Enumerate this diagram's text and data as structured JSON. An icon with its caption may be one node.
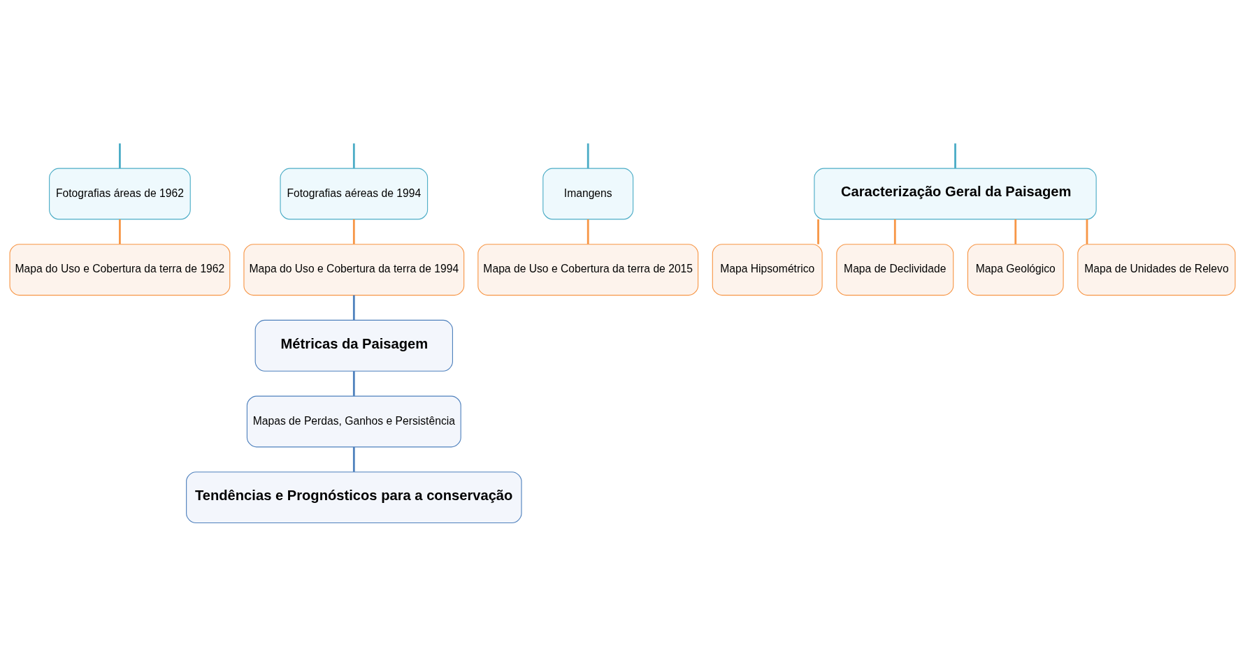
{
  "diagram": {
    "nodes": [
      {
        "text": [
          "Fotografias áreas de 1962"
        ]
      },
      {
        "text": [
          "Fotografias aéreas de 1994"
        ]
      },
      {
        "text": [
          "Imangens"
        ]
      },
      {
        "text": [
          "Caracterização Geral da Paisagem"
        ]
      },
      {
        "text": [
          "Mapa do Uso e Cobertura da terra de 1962"
        ]
      },
      {
        "text": [
          "Mapa do Uso e Cobertura da terra de 1994"
        ]
      },
      {
        "text": [
          "Mapa de Uso e Cobertura da terra de 2015"
        ]
      },
      {
        "text": [
          "Mapa Hipsométrico"
        ]
      },
      {
        "text": [
          "Mapa de Declividade"
        ]
      },
      {
        "text": [
          "Mapa Geológico"
        ]
      },
      {
        "text": [
          "Mapa de Unidades de Relevo"
        ]
      },
      {
        "text": [
          "Métricas da Paisagem"
        ]
      },
      {
        "text": [
          "Mapas de Perdas, Ganhos e Persistência"
        ]
      },
      {
        "text": [
          "Tendências e Prognósticos para a conservação"
        ]
      }
    ],
    "edges": [
      {
        "from": null,
        "to": 0,
        "arrow": "none",
        "color": "#4bacc6"
      },
      {
        "from": null,
        "to": 1,
        "arrow": "none",
        "color": "#4bacc6"
      },
      {
        "from": null,
        "to": 2,
        "arrow": "none",
        "color": "#4bacc6"
      },
      {
        "from": null,
        "to": 3,
        "arrow": "none",
        "color": "#4bacc6"
      },
      {
        "from": 0,
        "to": 4,
        "arrow": "none",
        "color": "#f79646"
      },
      {
        "from": 1,
        "to": 5,
        "arrow": "none",
        "color": "#f79646"
      },
      {
        "from": 2,
        "to": 6,
        "arrow": "none",
        "color": "#f79646"
      },
      {
        "from": 3,
        "to": 7,
        "arrow": "none",
        "color": "#f79646"
      },
      {
        "from": 3,
        "to": 8,
        "arrow": "none",
        "color": "#f79646"
      },
      {
        "from": 3,
        "to": 9,
        "arrow": "none",
        "color": "#f79646"
      },
      {
        "from": 3,
        "to": 10,
        "arrow": "none",
        "color": "#f79646"
      },
      {
        "from": 5,
        "to": 11,
        "arrow": "none",
        "color": "#4f81bd"
      },
      {
        "from": 11,
        "to": 12,
        "arrow": "none",
        "color": "#4f81bd"
      },
      {
        "from": 12,
        "to": 13,
        "arrow": "none",
        "color": "#4f81bd"
      }
    ]
  }
}
